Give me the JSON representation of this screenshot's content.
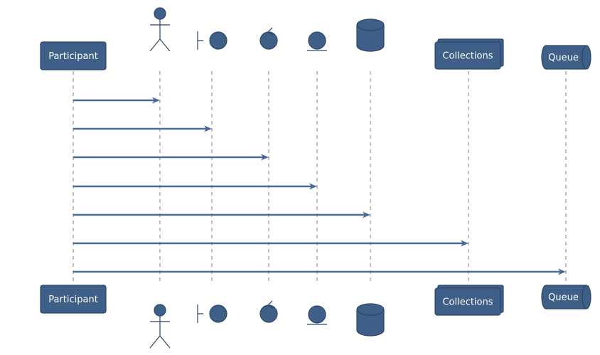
{
  "diagram": {
    "type": "sequence",
    "colors": {
      "fill": "#3e5f87",
      "stroke": "#2c4566",
      "arrow": "#4a6a96",
      "lifeline": "#7f7f7f"
    },
    "participants": [
      {
        "id": "participant",
        "kind": "participant",
        "label": "Participant"
      },
      {
        "id": "actor",
        "kind": "actor",
        "label": ""
      },
      {
        "id": "boundary",
        "kind": "boundary",
        "label": ""
      },
      {
        "id": "control",
        "kind": "control",
        "label": ""
      },
      {
        "id": "entity",
        "kind": "entity",
        "label": ""
      },
      {
        "id": "database",
        "kind": "database",
        "label": ""
      },
      {
        "id": "collections",
        "kind": "collections",
        "label": "Collections"
      },
      {
        "id": "queue",
        "kind": "queue",
        "label": "Queue"
      }
    ],
    "messages": [
      {
        "from": "participant",
        "to": "actor",
        "label": ""
      },
      {
        "from": "participant",
        "to": "boundary",
        "label": ""
      },
      {
        "from": "participant",
        "to": "control",
        "label": ""
      },
      {
        "from": "participant",
        "to": "entity",
        "label": ""
      },
      {
        "from": "participant",
        "to": "database",
        "label": ""
      },
      {
        "from": "participant",
        "to": "collections",
        "label": ""
      },
      {
        "from": "participant",
        "to": "queue",
        "label": ""
      }
    ]
  }
}
